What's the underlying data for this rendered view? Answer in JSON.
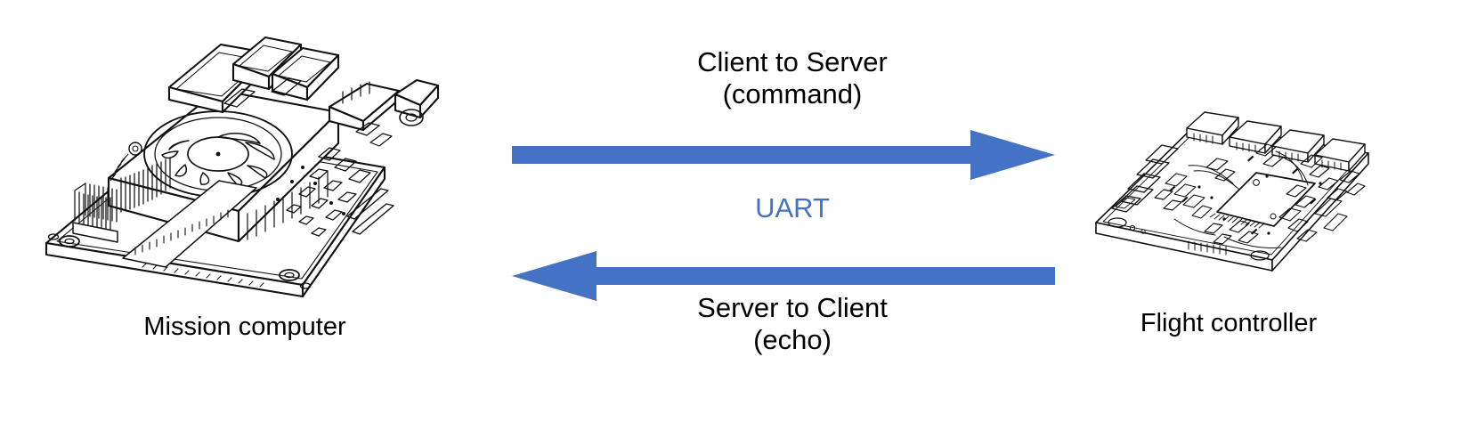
{
  "diagram": {
    "title": "UART client-server communication between mission computer and flight controller",
    "background": "#ffffff",
    "accent_color": "#4472C4",
    "text_color": "#000000"
  },
  "nodes": [
    {
      "id": "mission-computer",
      "label": "Mission computer",
      "icon": "single-board-computer-with-fan-illustration"
    },
    {
      "id": "flight-controller",
      "label": "Flight controller",
      "icon": "flight-controller-pcb-illustration"
    }
  ],
  "protocol": {
    "name": "UART",
    "color": "#4472C4"
  },
  "flows": [
    {
      "id": "client-to-server",
      "direction": "right",
      "line1": "Client to Server",
      "line2": "(command)",
      "color": "#4472C4"
    },
    {
      "id": "server-to-client",
      "direction": "left",
      "line1": "Server to Client",
      "line2": "(echo)",
      "color": "#4472C4"
    }
  ]
}
